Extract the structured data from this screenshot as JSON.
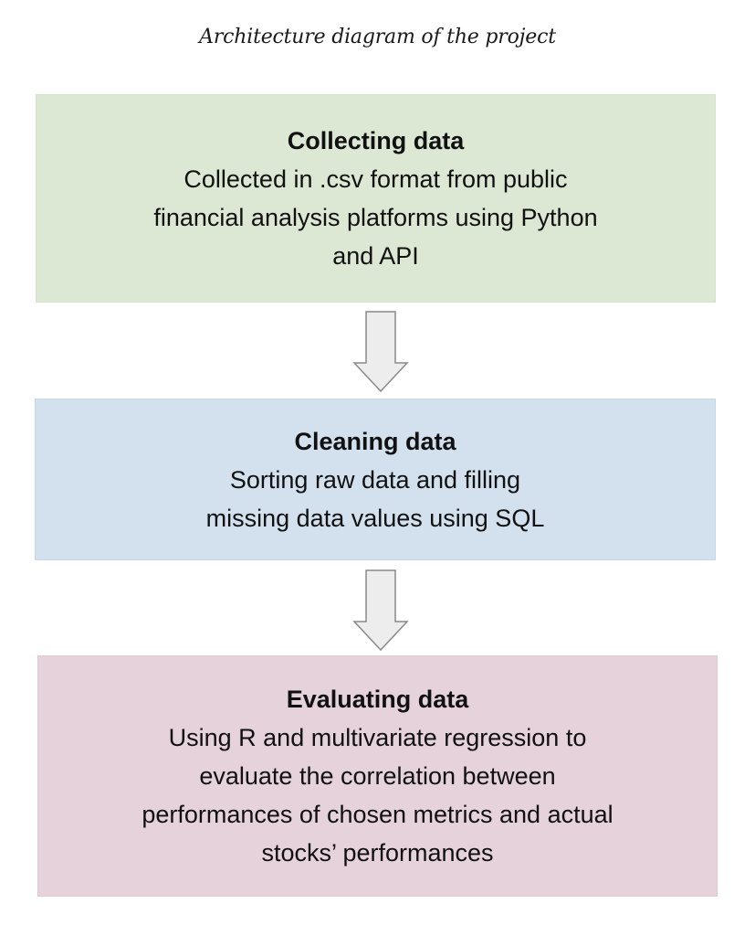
{
  "caption": "Architecture diagram of the project",
  "colors": {
    "collect_fill": "#dde8d4",
    "clean_fill": "#d3e1ef",
    "eval_fill": "#e6d2da",
    "arrow_fill": "#ededed",
    "arrow_stroke": "#8a8a8a"
  },
  "steps": [
    {
      "title": "Collecting data",
      "body": "Collected in .csv format from public\nfinancial analysis platforms using Python\nand API"
    },
    {
      "title": "Cleaning data",
      "body": "Sorting raw data and filling\nmissing data values using SQL"
    },
    {
      "title": "Evaluating data",
      "body": "Using R and multivariate regression to\nevaluate the correlation between\nperformances of chosen metrics and actual\nstocks’ performances"
    }
  ]
}
